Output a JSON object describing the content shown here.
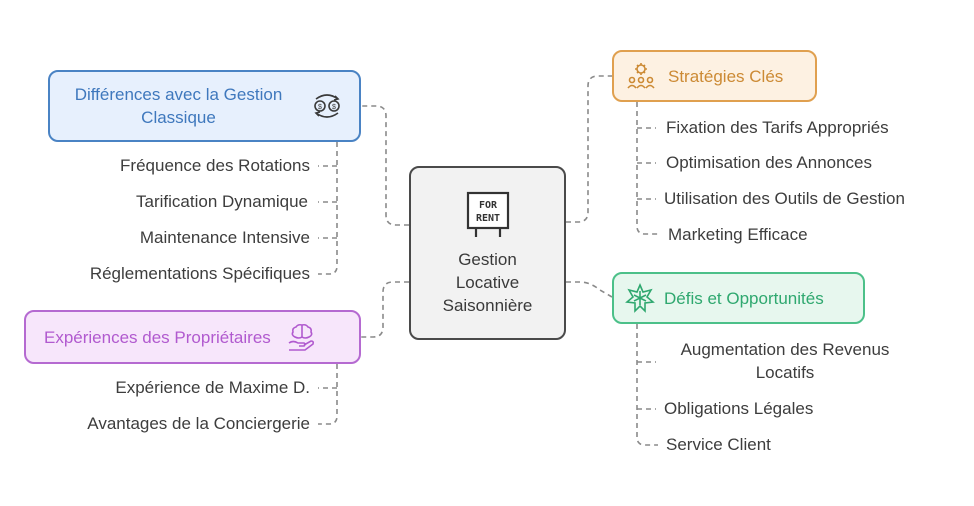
{
  "center": {
    "label": "Gestion\nLocative\nSaisonnière",
    "sign_text": [
      "FOR",
      "RENT"
    ],
    "icon": "for-rent-sign-icon"
  },
  "categories": {
    "differences": {
      "label": "Différences avec la Gestion Classique",
      "icon": "money-exchange-icon",
      "items": [
        "Fréquence des Rotations",
        "Tarification Dynamique",
        "Maintenance Intensive",
        "Réglementations Spécifiques"
      ]
    },
    "experiences": {
      "label": "Expériences des Propriétaires",
      "icon": "brain-hand-icon",
      "items": [
        "Expérience de Maxime D.",
        "Avantages de la Conciergerie"
      ]
    },
    "strategies": {
      "label": "Stratégies Clés",
      "icon": "team-gear-icon",
      "items": [
        "Fixation des Tarifs Appropriés",
        "Optimisation des Annonces",
        "Utilisation des Outils de Gestion",
        "Marketing Efficace"
      ]
    },
    "defis": {
      "label": "Défis et Opportunités",
      "icon": "snowflake-star-icon",
      "items": [
        "Augmentation des Revenus\nLocatifs",
        "Obligations Légales",
        "Service Client"
      ]
    }
  },
  "colors": {
    "differences": "#4a83c4",
    "experiences": "#b56ad1",
    "strategies": "#e0a04f",
    "defis": "#4cc089",
    "center_border": "#4a4a4a",
    "connector": "#8a8a8a"
  }
}
